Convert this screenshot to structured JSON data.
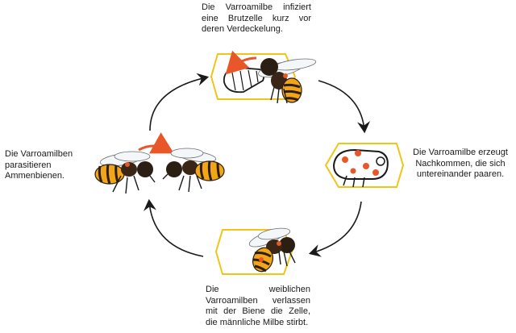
{
  "steps": {
    "infect": {
      "text": "Die Varroamilbe infiziert eine Brutzelle kurz vor deren Verdeckelung."
    },
    "reproduce": {
      "text": "Die Varroamilbe erzeugt Nachkommen, die sich untereinander paaren."
    },
    "leave": {
      "text": "Die weiblichen Varroamilben verlassen mit der Biene die Zelle, die männliche Milbe stirbt."
    },
    "parasitize": {
      "text": "Die Varroamilben parasitieren Ammenbienen."
    }
  },
  "colors": {
    "cell_outline": "#f0c419",
    "mite": "#e8572a",
    "arrow": "#1a1a1a",
    "bee_stripe": "#f2a617",
    "bee_dark": "#2b1e12"
  },
  "icons": [
    "cycle-arrow-icon",
    "brood-cell-icon",
    "honeybee-icon",
    "larva-icon",
    "pupa-icon",
    "varroa-mite-icon"
  ]
}
